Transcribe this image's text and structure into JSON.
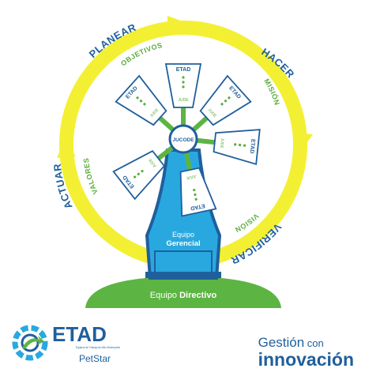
{
  "cycle": {
    "planear": "PLANEAR",
    "hacer": "HACER",
    "verificar": "VERIFICAR",
    "actuar": "ACTUAR"
  },
  "values": {
    "objetivos": "OBJETIVOS",
    "mision": "MISIÓN",
    "vision": "VISIÓN",
    "valores": "VALORES"
  },
  "blade": {
    "etad_label": "ETAD",
    "jude_label": "JUDE"
  },
  "hub_label": "JUCODE",
  "tower": {
    "equipo": "Equipo",
    "gerencial": "Gerencial"
  },
  "base": {
    "equipo": "Equipo ",
    "directivo": "Directivo"
  },
  "logo_etad": {
    "title": "ETAD",
    "subtitle": "Equipos de Trabajo de Alto Desempeño",
    "brand": "PetStar"
  },
  "logo_gestion": {
    "gestion": "Gestión",
    "con": " con",
    "innovacion": "innovación"
  },
  "colors": {
    "ring": "#f3f034",
    "blue": "#1f5f9c",
    "light_blue": "#29a8e0",
    "green": "#5cb443"
  }
}
